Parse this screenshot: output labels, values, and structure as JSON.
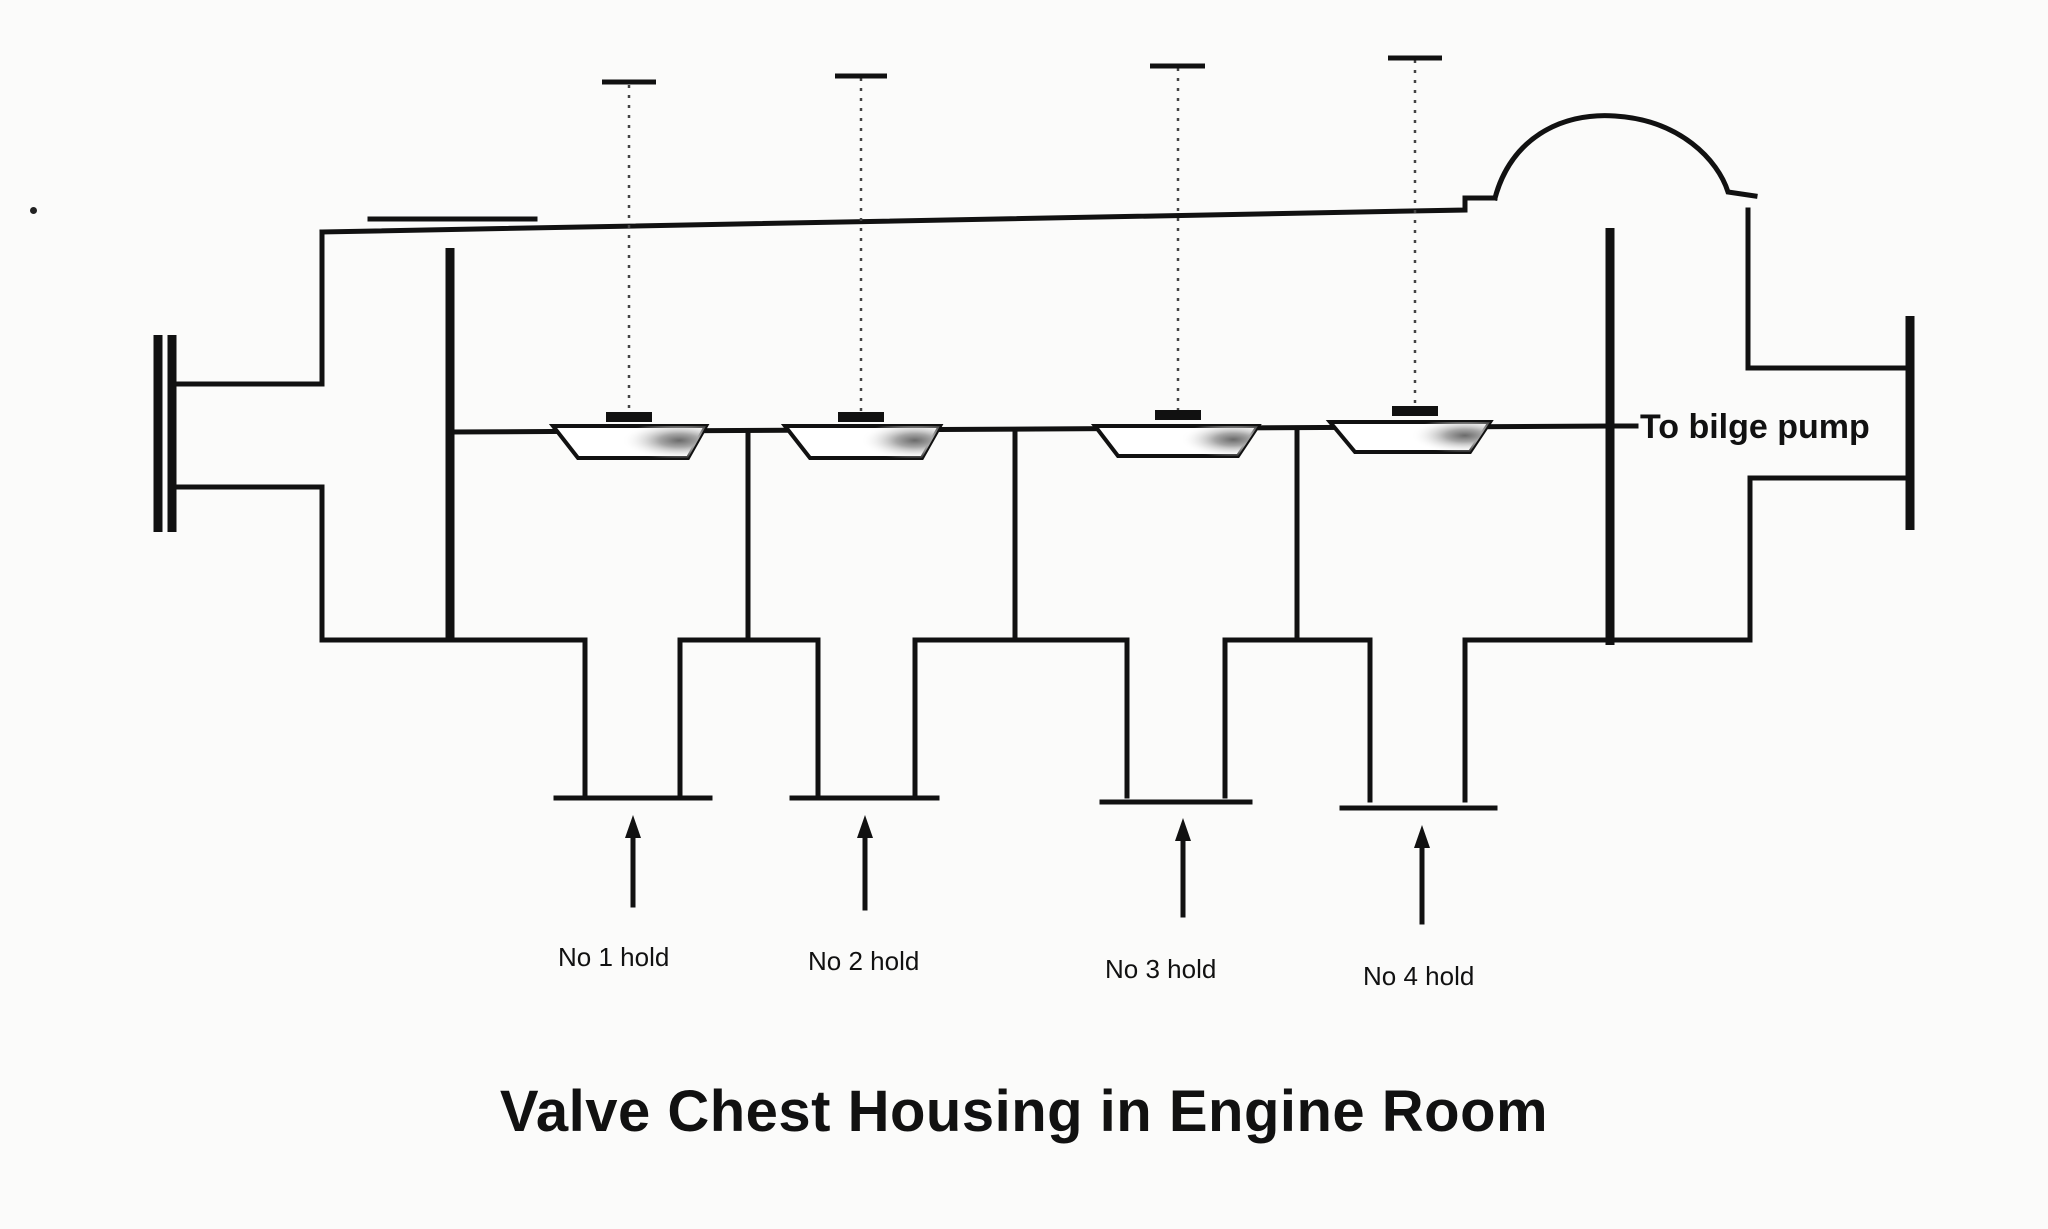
{
  "title": "Valve Chest Housing in Engine Room",
  "outlet_label": "To bilge pump",
  "holds": [
    {
      "label": "No 1 hold"
    },
    {
      "label": "No 2 hold"
    },
    {
      "label": "No 3 hold"
    },
    {
      "label": "No 4 hold"
    }
  ],
  "colors": {
    "ink": "#111111",
    "paper": "#fbfbfa",
    "valve_shade": "#9a9a9a"
  }
}
